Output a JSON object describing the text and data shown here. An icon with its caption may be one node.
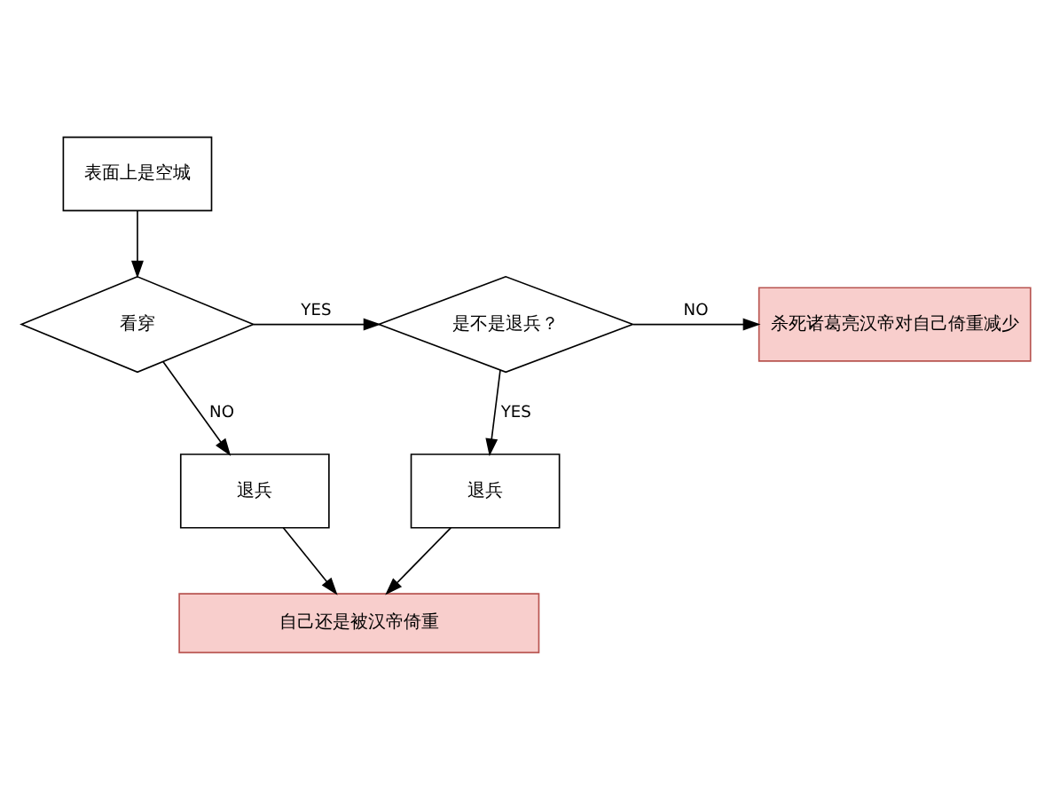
{
  "diagram": {
    "nodes": [
      {
        "text": [
          "表面上是空城"
        ]
      },
      {
        "text": [
          "看穿"
        ]
      },
      {
        "text": [
          "是不是退兵？"
        ]
      },
      {
        "text": [
          "杀死诸葛亮汉帝对自己倚重减少"
        ]
      },
      {
        "text": [
          "退兵"
        ]
      },
      {
        "text": [
          "退兵"
        ]
      },
      {
        "text": [
          "自己还是被汉帝倚重"
        ]
      }
    ],
    "edges": [
      {
        "from": 0,
        "to": 1,
        "arrow": "to"
      },
      {
        "from": 1,
        "to": 2,
        "arrow": "to",
        "label": "YES"
      },
      {
        "from": 2,
        "to": 3,
        "arrow": "to",
        "label": "NO"
      },
      {
        "from": 1,
        "to": 4,
        "arrow": "to",
        "label": "NO"
      },
      {
        "from": 2,
        "to": 5,
        "arrow": "to",
        "label": "YES"
      },
      {
        "from": 4,
        "to": 6,
        "arrow": "to"
      },
      {
        "from": 5,
        "to": 6,
        "arrow": "to"
      }
    ]
  }
}
